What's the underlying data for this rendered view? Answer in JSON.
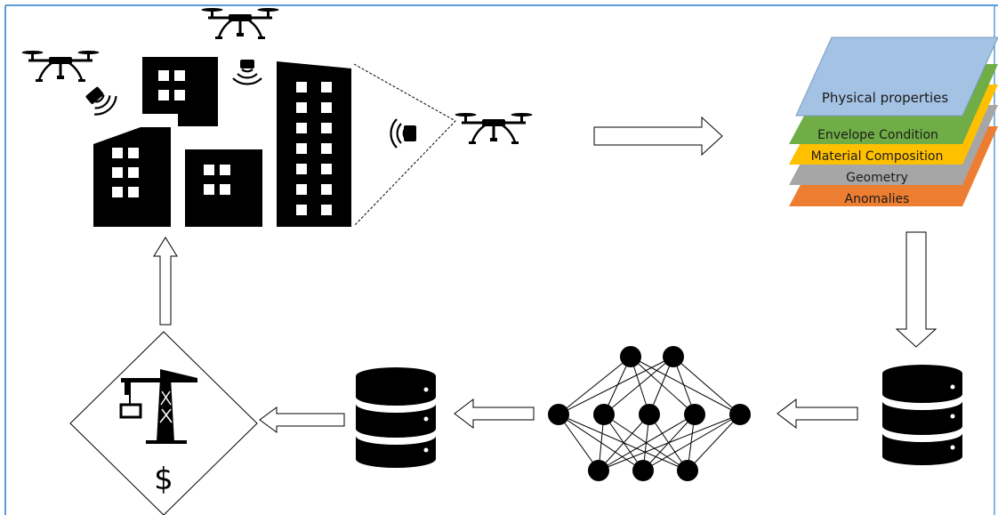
{
  "layers": [
    {
      "label": "Physical properties",
      "color": "#a4c2e3"
    },
    {
      "label": "Envelope Condition",
      "color": "#70ad47"
    },
    {
      "label": "Material Composition",
      "color": "#ffc000"
    },
    {
      "label": "Geometry",
      "color": "#a6a6a6"
    },
    {
      "label": "Anomalies",
      "color": "#ed7d31"
    }
  ],
  "cost_symbol": "$",
  "colors": {
    "frame": "#5b9bd5",
    "ink": "#000000",
    "background": "#ffffff"
  },
  "icons": [
    "drone-icon",
    "building-icon",
    "sensor-icon",
    "layer-stack-icon",
    "database-icon",
    "neural-network-icon",
    "crane-icon",
    "dollar-icon",
    "arrow-icon"
  ]
}
